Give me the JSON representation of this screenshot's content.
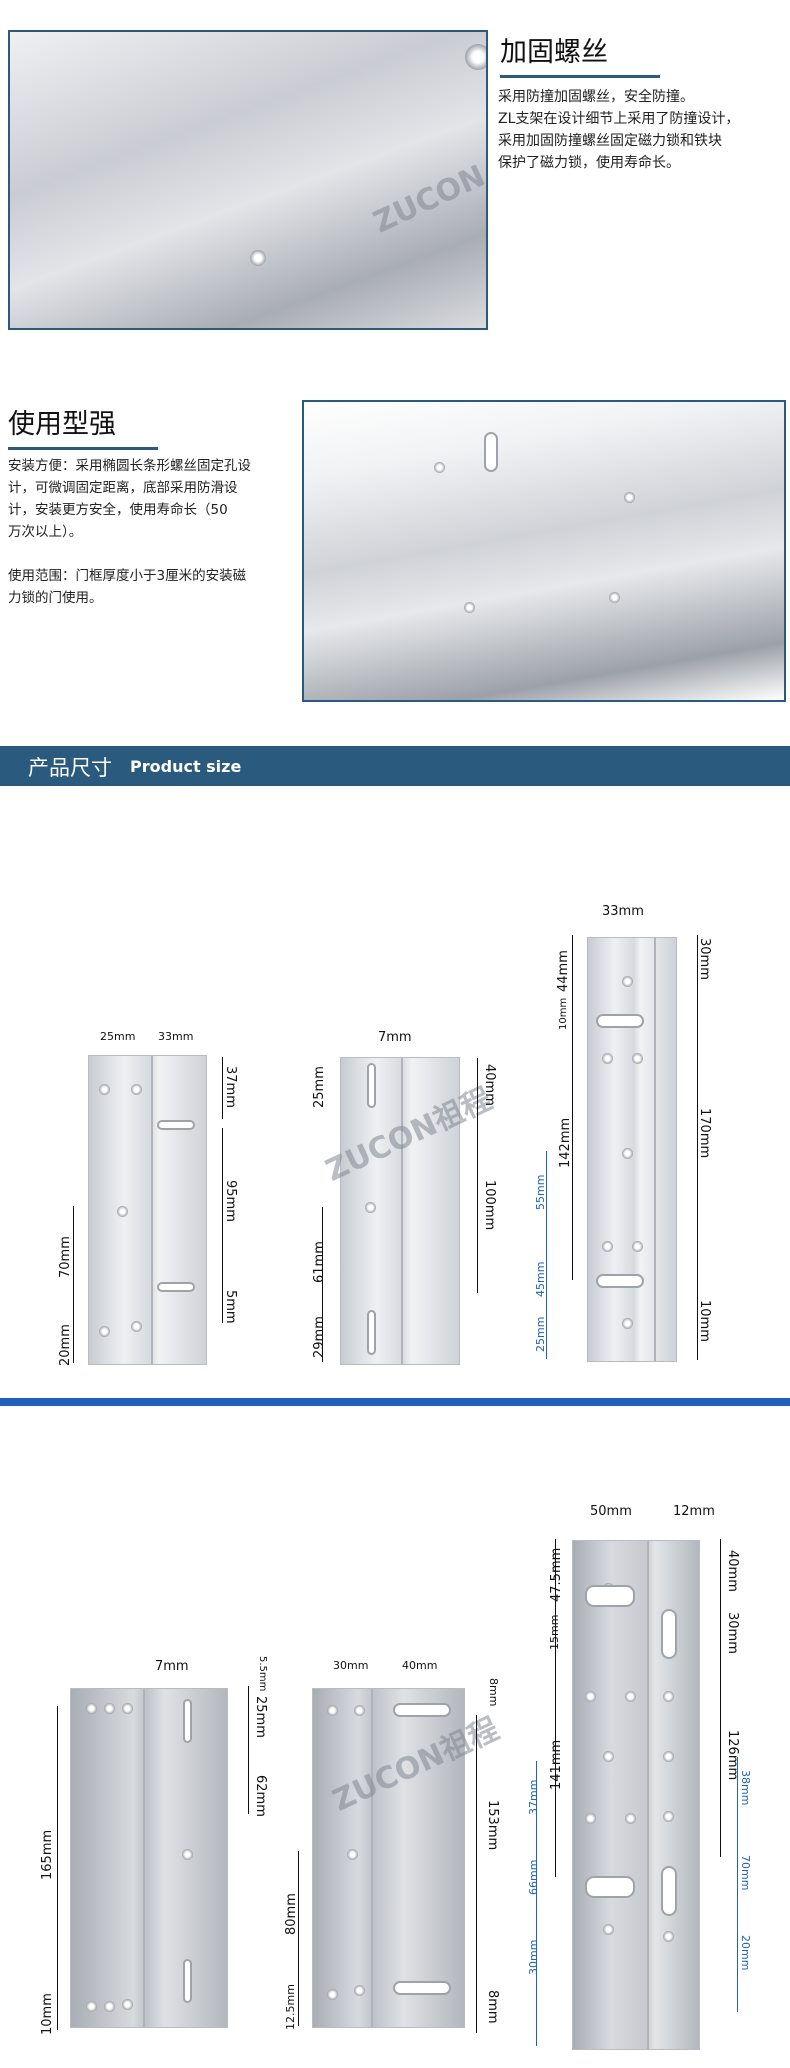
{
  "section1": {
    "title": "加固螺丝",
    "lines": [
      "采用防撞加固螺丝，安全防撞。",
      "ZL支架在设计细节上采用了防撞设计，",
      "采用加固防撞螺丝固定磁力锁和铁块",
      "保护了磁力锁，使用寿命长。"
    ]
  },
  "section2": {
    "title": "使用型强",
    "p1": [
      "安装方便：采用椭圆长条形螺丝固定孔设",
      "计，可微调固定距离，底部采用防滑设",
      "计，安装更方安全，使用寿命长（50",
      "万次以上）。"
    ],
    "p2": [
      "使用范围：门框厚度小于3厘米的安装磁",
      "力锁的门使用。"
    ]
  },
  "banner": {
    "cn": "产品尺寸",
    "en": "Product size"
  },
  "watermark": "ZUCON祖程",
  "row1": {
    "a": [
      "25mm",
      "33mm",
      "37mm",
      "95mm",
      "5mm",
      "70mm",
      "20mm"
    ],
    "b": [
      "7mm",
      "25mm",
      "40mm",
      "100mm",
      "61mm",
      "29mm"
    ],
    "c": [
      "33mm",
      "44mm",
      "10mm",
      "142mm",
      "30mm",
      "170mm",
      "10mm"
    ],
    "c_blue": [
      "55mm",
      "45mm",
      "25mm"
    ]
  },
  "row2": {
    "d": [
      "7mm",
      "5.5mm",
      "25mm",
      "62mm",
      "165mm",
      "10mm"
    ],
    "e": [
      "30mm",
      "40mm",
      "8mm",
      "153mm",
      "80mm",
      "12.5mm",
      "8mm"
    ],
    "f": [
      "50mm",
      "12mm",
      "47.5mm",
      "15mm",
      "141mm",
      "40mm",
      "30mm",
      "126mm"
    ],
    "f_blue": [
      "37mm",
      "66mm",
      "30mm",
      "38mm",
      "70mm",
      "20mm"
    ]
  }
}
